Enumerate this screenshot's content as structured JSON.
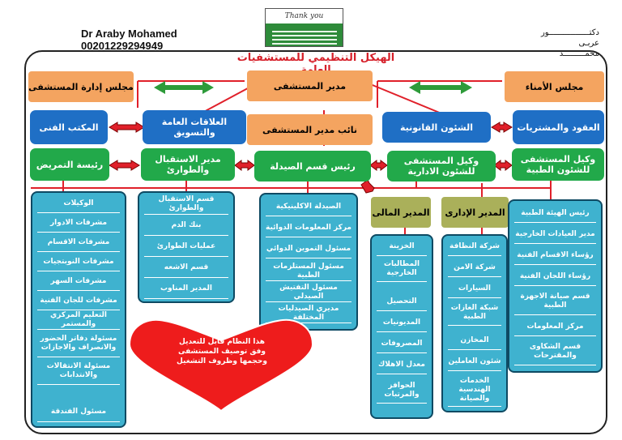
{
  "header": {
    "author_name": "Dr Araby Mohamed",
    "phone": "00201229294949",
    "signature": [
      "دكتـــــــــــــــــور",
      "عربـى محمـــــــــد"
    ],
    "title": "الهيكل التنظيمي للمستشفيات العامة",
    "card_text": "Thank you"
  },
  "top_boxes": {
    "hospital_board": "مجلس إدارة المستشفى",
    "hospital_director": "مدير المستشفى",
    "deputy_director": "نائب مدير المستشفى",
    "trustees_board": "مجلس الأمناء"
  },
  "blue_boxes": {
    "technical_office": "المكتب الفنى",
    "public_relations": "العلاقات العامة والتسويق",
    "legal_affairs": "الشئون القانونية",
    "contracts": "العقود والمشتريات"
  },
  "green_boxes": {
    "head_nurse": "رئيسة التمريض",
    "reception_director": "مدير الاستقبال والطوارئ",
    "pharmacy_head": "رئيس قسم الصيدلة",
    "admin_deputy": "وكيل المستشفى للشئون الادارية",
    "medical_deputy": "وكيل المستشفى للشئون الطبية"
  },
  "olive_boxes": {
    "financial_director": "المدير المالى",
    "administrative_director": "المدير الإدارى"
  },
  "columns": {
    "nursing": [
      "الوكيلات",
      "مشرفات الادوار",
      "مشرفات الاقسام",
      "مشرفات النوبتجيات",
      "مشرفات السهر",
      "مشرفات للجان الفنية",
      "التعليم المركزي والمستمر",
      "مسئولة دفاتر الحضور والانصراف والاجازات",
      "مسئولة الانتقالات والانتدابات",
      "مسئول الفندقة"
    ],
    "reception": [
      "قسم الاستقبال والطوارئ",
      "بنك الدم",
      "عمليات الطوارئ",
      "قسم الاشعه",
      "المدير المناوب"
    ],
    "pharmacy": [
      "الصيدلة الاكلينيكية",
      "مركز المعلومات الدوائية",
      "مسئول التموين الدوائي",
      "مسئول المستلزمات الطبية",
      "مسئول التفتيش الصيدلي",
      "مديري الصيدليات المختلفة"
    ],
    "finance": [
      "الخزينة",
      "المطالبات الخارجية",
      "التحصيل",
      "المديونيات",
      "المصروفات",
      "معدل الاهلاك",
      "الحوافز والمرتبات"
    ],
    "admin": [
      "شركة النظافة",
      "شركة الامن",
      "السيارات",
      "شبكة الغازات الطبية",
      "المخازن",
      "شئون العاملين",
      "الخدمات الهندسية والصيانة"
    ],
    "medical": [
      "رئيس الهيئة الطبية",
      "مدير العيادات الخارجية",
      "رؤساء الاقسام الفنية",
      "رؤساء اللجان الفنية",
      "قسم صيانة الاجهزة الطبية",
      "مركز المعلومات",
      "قسم الشكاوى والمقترحات"
    ]
  },
  "heart_note": "هذا النظام قابل للتعديل وفق توصيف المستشفى وحجمها وظروف التشغيل",
  "colors": {
    "orange": "#f4a460",
    "blue": "#1f6fc5",
    "green": "#22a94a",
    "olive": "#aab05a",
    "teal": "#3fb2cf",
    "red_lines": "#e0202a",
    "heart": "#ee1c1c"
  }
}
